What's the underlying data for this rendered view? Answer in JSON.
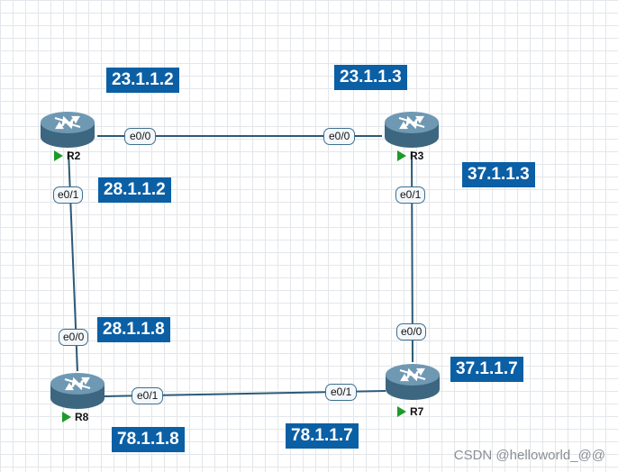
{
  "routers": {
    "r2": {
      "label": "R2"
    },
    "r3": {
      "label": "R3"
    },
    "r7": {
      "label": "R7"
    },
    "r8": {
      "label": "R8"
    }
  },
  "ip_labels": {
    "r2_e00": "23.1.1.2",
    "r3_e00": "23.1.1.3",
    "r2_e01": "28.1.1.2",
    "r3_e01": "37.1.1.3",
    "r8_e00": "28.1.1.8",
    "r7_e00": "37.1.1.7",
    "r8_e01": "78.1.1.8",
    "r7_e01": "78.1.1.7"
  },
  "ports": {
    "r2_right": "e0/0",
    "r3_left": "e0/0",
    "r2_down": "e0/1",
    "r3_down": "e0/1",
    "r8_up": "e0/0",
    "r7_up": "e0/0",
    "r8_right": "e0/1",
    "r7_left": "e0/1"
  },
  "colors": {
    "ip_box": "#0b5fa5",
    "link": "#2b5a78",
    "router_body": "#4a7390",
    "status_green": "#1e9a2a"
  },
  "watermark": "CSDN @helloworld_@@"
}
